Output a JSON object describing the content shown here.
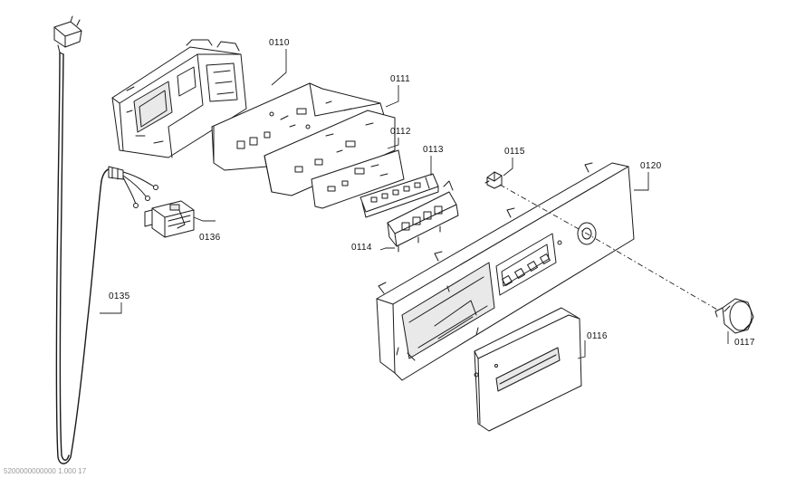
{
  "parts": [
    {
      "id": "p0110",
      "number": "0110"
    },
    {
      "id": "p0111",
      "number": "0111"
    },
    {
      "id": "p0112",
      "number": "0112"
    },
    {
      "id": "p0113",
      "number": "0113"
    },
    {
      "id": "p0114",
      "number": "0114"
    },
    {
      "id": "p0115",
      "number": "0115"
    },
    {
      "id": "p0116",
      "number": "0116"
    },
    {
      "id": "p0117",
      "number": "0117"
    },
    {
      "id": "p0120",
      "number": "0120"
    },
    {
      "id": "p0135",
      "number": "0135"
    },
    {
      "id": "p0136",
      "number": "0136"
    }
  ],
  "footer": "5200000000000   1.000   17"
}
